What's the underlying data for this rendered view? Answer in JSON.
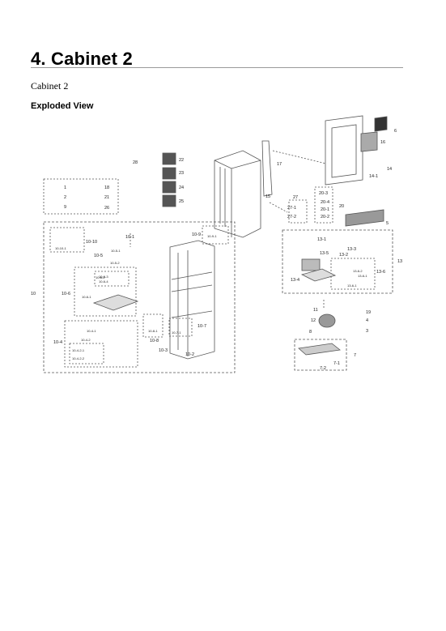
{
  "title": "4.  Cabinet 2",
  "subtitle": "Cabinet 2",
  "section": "Exploded View",
  "callouts": [
    "28",
    "22",
    "23",
    "24",
    "25",
    "1",
    "18",
    "2",
    "21",
    "9",
    "26",
    "17",
    "15",
    "27",
    "20-3",
    "20-4",
    "20",
    "20-1",
    "27-1",
    "20-2",
    "27-2",
    "5",
    "6",
    "16",
    "14",
    "14-1",
    "10-1",
    "10-9",
    "10-9-1",
    "10-10",
    "10-10-1",
    "10-5",
    "10-5-1",
    "10-5-2",
    "10-6",
    "10-6-2",
    "10-6-3",
    "10-6-4",
    "10-6-1",
    "10",
    "10-4",
    "10-4-1",
    "10-4-2",
    "10-4-2-1",
    "10-4-2-2",
    "10-8",
    "10-8-1",
    "10-7",
    "10-7-1",
    "10-3",
    "10-2",
    "13-1",
    "13-3",
    "13-5",
    "13-2",
    "13-4",
    "13-6",
    "13-6-1",
    "13-6-2",
    "13-6-1",
    "13",
    "11",
    "19",
    "12",
    "4",
    "8",
    "3",
    "7",
    "7-1",
    "7-2"
  ],
  "colors": {
    "line": "#444444",
    "dash": "#666666",
    "rule": "#9a9a9a"
  }
}
